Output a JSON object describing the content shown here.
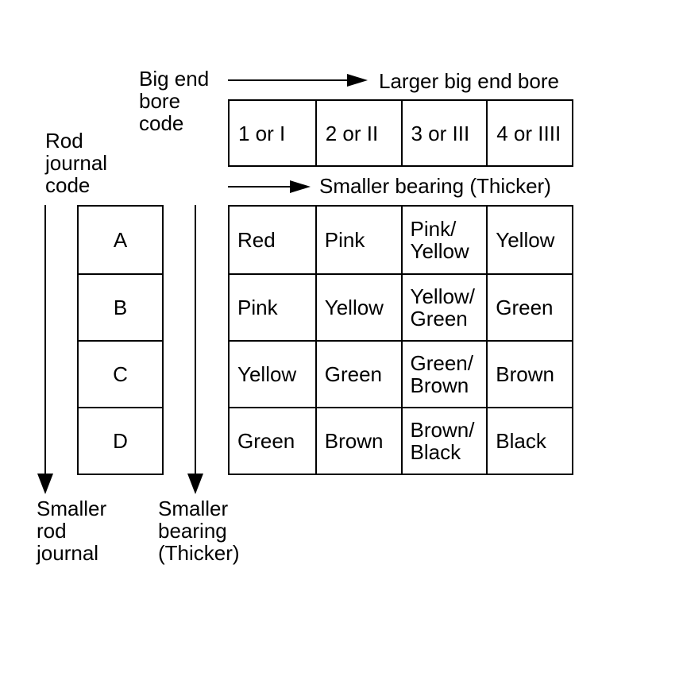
{
  "colors": {
    "ink": "#000000",
    "background": "#ffffff"
  },
  "labels": {
    "big_end_bore_code": "Big end\nbore\ncode",
    "larger_big_end_bore": "Larger big end bore",
    "smaller_bearing_arrow": "Smaller bearing (Thicker)",
    "rod_journal_code": "Rod\njournal\ncode",
    "smaller_rod_journal": "Smaller\nrod\njournal",
    "smaller_bearing_thicker": "Smaller\nbearing\n(Thicker)"
  },
  "bore_code_header": {
    "cells": [
      "1 or I",
      "2 or II",
      "3 or III",
      "4 or IIII"
    ]
  },
  "rod_journal_codes": {
    "cells": [
      "A",
      "B",
      "C",
      "D"
    ]
  },
  "bearing_color_matrix": {
    "rows": [
      {
        "code": "A",
        "cells": [
          "Red",
          "Pink",
          "Pink/\nYellow",
          "Yellow"
        ]
      },
      {
        "code": "B",
        "cells": [
          "Pink",
          "Yellow",
          "Yellow/\nGreen",
          "Green"
        ]
      },
      {
        "code": "C",
        "cells": [
          "Yellow",
          "Green",
          "Green/\nBrown",
          "Brown"
        ]
      },
      {
        "code": "D",
        "cells": [
          "Green",
          "Brown",
          "Brown/\nBlack",
          "Black"
        ]
      }
    ]
  }
}
